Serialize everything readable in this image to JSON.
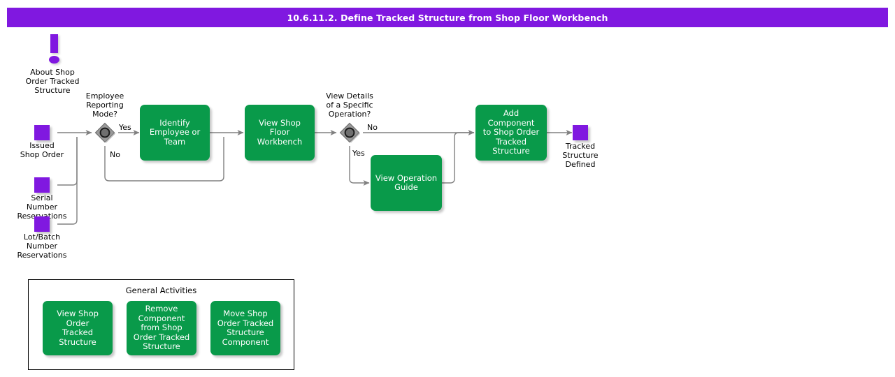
{
  "header": {
    "title": "10.6.11.2. Define Tracked Structure from Shop Floor Workbench",
    "bar_color": "#8018e0",
    "text_color": "#ffffff"
  },
  "colors": {
    "activity_green": "#099a4a",
    "data_purple": "#8018e0",
    "decision_gray": "#9a9a9a",
    "connector": "#808080",
    "text": "#000000"
  },
  "info_note": {
    "icon": "exclamation-icon",
    "label": "About Shop\nOrder Tracked\nStructure",
    "line1": "About Shop",
    "line2": "Order Tracked",
    "line3": "Structure"
  },
  "inputs": [
    {
      "id": "issued-shop-order",
      "line1": "Issued",
      "line2": "Shop Order",
      "line3": ""
    },
    {
      "id": "serial-number-reservations",
      "line1": "Serial",
      "line2": "Number",
      "line3": "Reservations"
    },
    {
      "id": "lot-batch-number-reservations",
      "line1": "Lot/Batch",
      "line2": "Number",
      "line3": "Reservations"
    }
  ],
  "outputs": [
    {
      "id": "tracked-structure-defined",
      "line1": "Tracked",
      "line2": "Structure",
      "line3": "Defined"
    }
  ],
  "decisions": [
    {
      "id": "employee-reporting-mode",
      "line1": "Employee",
      "line2": "Reporting",
      "line3": "Mode?",
      "yes_label": "Yes",
      "no_label": "No"
    },
    {
      "id": "view-details-of-a-specific-operation",
      "line1": "View Details",
      "line2": "of a Specific",
      "line3": "Operation?",
      "yes_label": "Yes",
      "no_label": "No"
    }
  ],
  "activities": [
    {
      "id": "identify-employee-or-team",
      "label": "Identify\nEmployee or\nTeam"
    },
    {
      "id": "view-shop-floor-workbench",
      "label": "View Shop Floor\nWorkbench"
    },
    {
      "id": "view-operation-guide",
      "label": "View Operation\nGuide"
    },
    {
      "id": "add-component-to-shop-order-tracked-structure",
      "label": "Add Component\nto Shop Order\nTracked\nStructure"
    }
  ],
  "general_activities": {
    "title": "General Activities",
    "items": [
      {
        "id": "view-shop-order-tracked-structure",
        "label": "View Shop Order\nTracked\nStructure"
      },
      {
        "id": "remove-component-from-shop-order-tracked-structure",
        "label": "Remove\nComponent\nfrom Shop\nOrder Tracked\nStructure"
      },
      {
        "id": "move-shop-order-tracked-structure-component",
        "label": "Move Shop\nOrder Tracked\nStructure\nComponent"
      }
    ]
  }
}
